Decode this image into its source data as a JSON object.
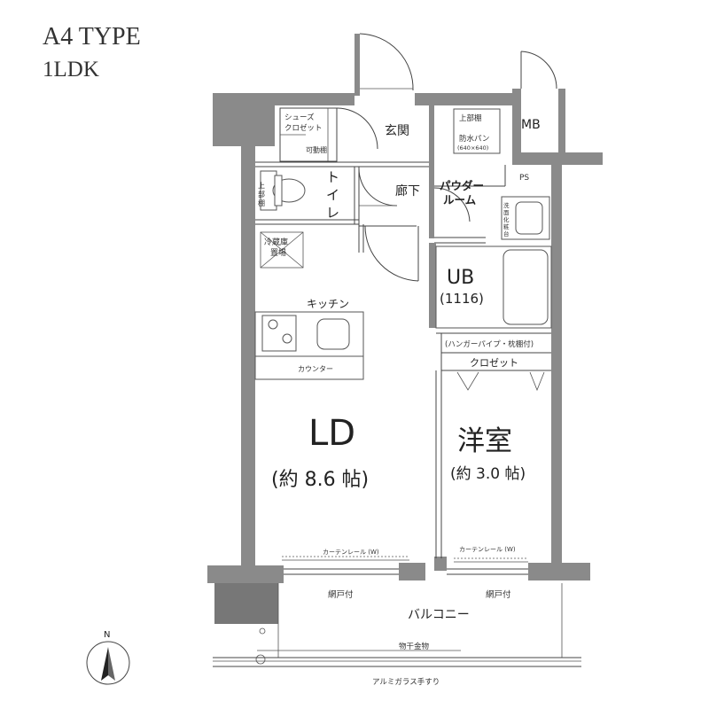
{
  "header": {
    "type_label": "A4 TYPE",
    "layout_label": "1LDK"
  },
  "rooms": {
    "shoes_closet": [
      "シューズ",
      "クロゼット"
    ],
    "movable_shelf": "可動棚",
    "entrance": "玄関",
    "upper_shelf_a": "上部棚",
    "waterproof_pan": "防水パン",
    "waterproof_pan_size": "(640×640)",
    "mb": "MB",
    "toilet": [
      "ト",
      "イ",
      "レ"
    ],
    "toilet_shelf": [
      "上",
      "部",
      "棚"
    ],
    "hallway": "廊下",
    "powder_room": [
      "パウダー",
      "ルーム"
    ],
    "ps": "PS",
    "washstand": [
      "洗",
      "面",
      "化",
      "粧",
      "台"
    ],
    "fridge": [
      "冷蔵庫",
      "置場"
    ],
    "ub": "UB",
    "ub_size": "(1116)",
    "kitchen": "キッチン",
    "counter": "カウンター",
    "hanger_note": "(ハンガーパイプ・枕棚付)",
    "closet": "クロゼット",
    "ld": "LD",
    "ld_size": "(約 8.6 帖)",
    "western_room": "洋室",
    "western_size": "(約 3.0 帖)",
    "curtain_rail_1": "カーテンレール (W)",
    "curtain_rail_2": "カーテンレール (W)",
    "screen_door_1": "網戸付",
    "screen_door_2": "網戸付",
    "balcony": "バルコニー",
    "drying_hardware": "物干金物",
    "railing": "アルミガラス手すり"
  },
  "compass": {
    "north": "N"
  },
  "colors": {
    "wall": "#8a8a8a",
    "line": "#444444"
  }
}
